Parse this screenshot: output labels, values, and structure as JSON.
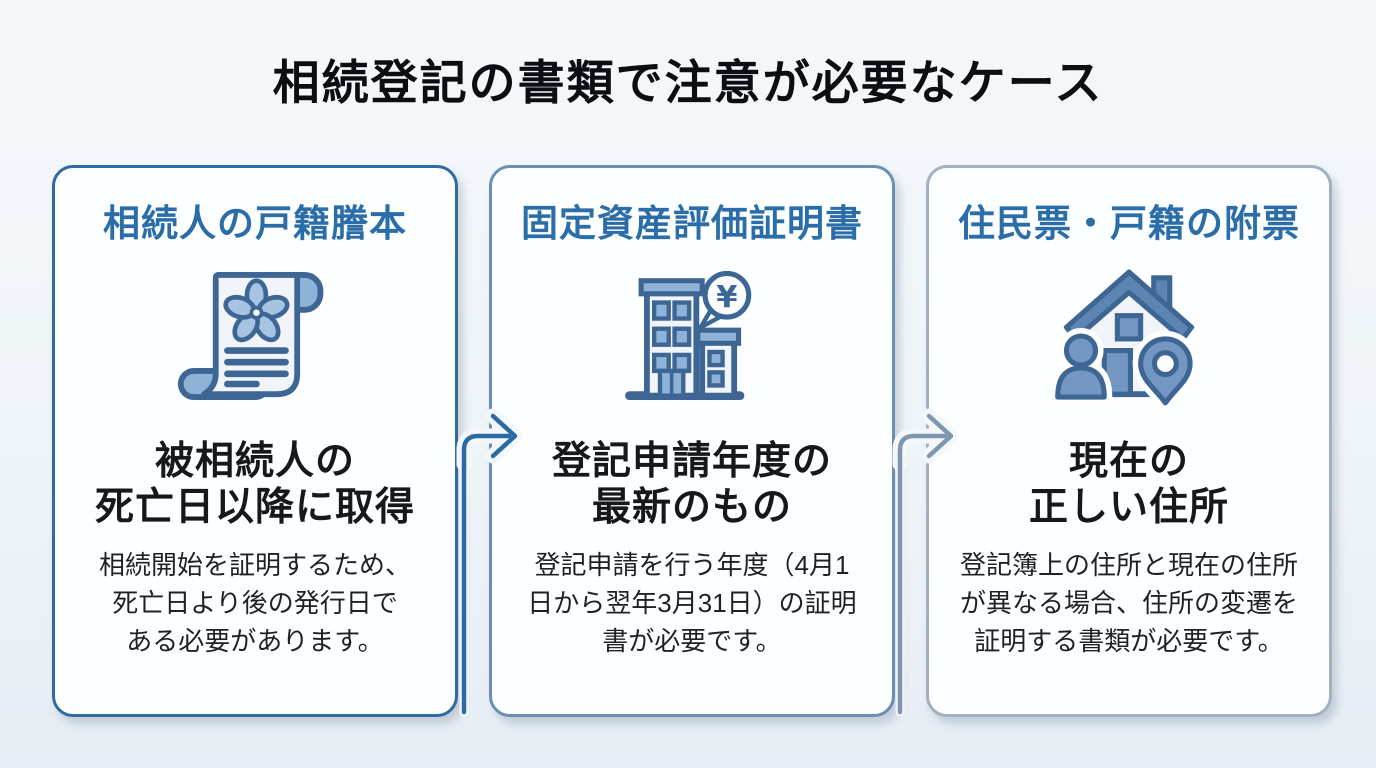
{
  "page": {
    "title": "相続登記の書類で注意が必要なケース"
  },
  "colors": {
    "background_top": "#f5f8fb",
    "background_bottom": "#e6edf4",
    "card_fill": "#fdfeff",
    "title_text": "#0b0f14",
    "heading_text": "#15181d",
    "body_text": "#1e2228"
  },
  "icon_colors": {
    "outline": "#3e6695",
    "paper": "#f1f5f9",
    "accent": "#8fb3d8",
    "petal": "#a6c4e2",
    "mid": "#7397c2",
    "roof": "#5d85b2"
  },
  "cards": [
    {
      "title": "相続人の戸籍謄本",
      "icon": "family-register-scroll-icon",
      "heading": "被相続人の\n死亡日以降に取得",
      "body": "相続開始を証明するため、\n死亡日より後の発行日で\nある必要があります。",
      "accent": {
        "border": "#2e6ba3",
        "title": "#2a6da8"
      }
    },
    {
      "title": "固定資産評価証明書",
      "icon": "building-yen-icon",
      "heading": "登記申請年度の\n最新のもの",
      "body": "登記申請を行う年度（4月1\n日から翌年3月31日）の証明\n書が必要です。",
      "accent": {
        "border": "#6b8fb3",
        "title": "#2a6da8"
      }
    },
    {
      "title": "住民票・戸籍の附票",
      "icon": "house-person-pin-icon",
      "heading": "現在の\n正しい住所",
      "body": "登記簿上の住所と現在の住所\nが異なる場合、住所の変遷を\n証明する書類が必要です。",
      "accent": {
        "border": "#a3b0bf",
        "title": "#2a6da8"
      }
    }
  ],
  "arrows": [
    {
      "name": "arrow-1",
      "color": "#2a6ba5",
      "yen_symbol": "¥"
    },
    {
      "name": "arrow-2",
      "color": "#7e96b0"
    }
  ]
}
